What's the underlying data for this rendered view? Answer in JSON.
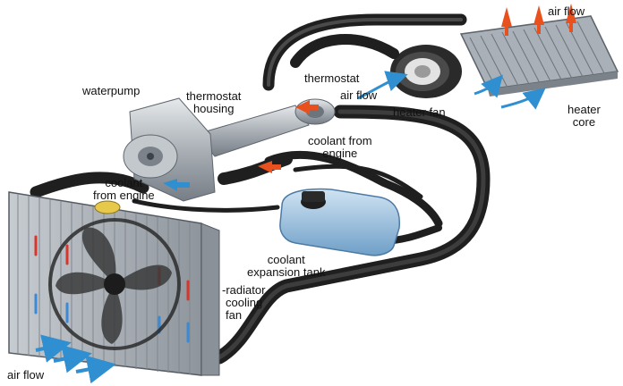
{
  "labels": {
    "air_flow_top": "air flow",
    "waterpump": "waterpump",
    "thermostat": "thermostat",
    "air_flow_mid": "air flow",
    "thermostat_housing_1": "thermostat",
    "thermostat_housing_2": "housing",
    "heater_fan": "heater fan",
    "heater_core_1": "heater",
    "heater_core_2": "core",
    "coolant_from_engine_right_1": "coolant from",
    "coolant_from_engine_right_2": "engine",
    "coolant_from_engine_left_1": "coolant",
    "coolant_from_engine_left_2": "from engine",
    "expansion_tank_1": "coolant",
    "expansion_tank_2": "expansion tank",
    "radiator_fan_1": "radiator",
    "radiator_fan_2": "cooling",
    "radiator_fan_3": "fan",
    "air_flow_bottom": "air flow"
  },
  "colors": {
    "hose": "#1f1f1f",
    "metal": "#b9bec4",
    "metal_dark": "#7d848c",
    "tank": "#8fb6d8",
    "arrow_hot": "#e8501e",
    "arrow_cool": "#2f8fd0",
    "flow_hot": "#d8362a",
    "flow_cold": "#3a8ad6"
  },
  "icons": {
    "hot_airflow": "orange-arrow-icon",
    "cool_airflow": "blue-arrow-icon"
  }
}
